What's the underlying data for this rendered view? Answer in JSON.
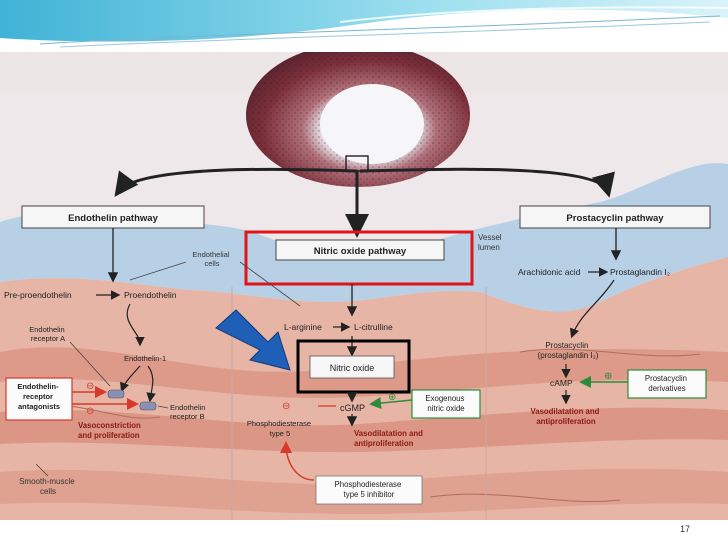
{
  "slide": {
    "page_number": "17"
  },
  "diagram": {
    "vessel_label": "Vessel\nlumen",
    "pathways": {
      "endothelin": {
        "title": "Endothelin pathway",
        "endothelial_cells": "Endothelial\ncells",
        "pre_proendothelin": "Pre-proendothelin",
        "proendothelin": "Proendothelin",
        "receptor_a": "Endothelin\nreceptor A",
        "endothelin_1": "Endothelin-1",
        "receptor_b": "Endothelin\nreceptor B",
        "antagonists": "Endothelin-\nreceptor\nantagonists",
        "effect": "Vasoconstriction\nand proliferation",
        "smooth_muscle": "Smooth-muscle\ncells"
      },
      "nitric_oxide": {
        "title": "Nitric oxide pathway",
        "l_arginine": "L-arginine",
        "l_citrulline": "L-citrulline",
        "nitric_oxide": "Nitric oxide",
        "cgmp": "cGMP",
        "exogenous": "Exogenous\nnitric oxide",
        "pde5": "Phosphodiesterase\ntype 5",
        "effect": "Vasodilatation and\nantiproliferation",
        "pde5_inhibitor": "Phosphodiesterase\ntype 5 inhibitor"
      },
      "prostacyclin": {
        "title": "Prostacyclin pathway",
        "arachidonic_acid": "Arachidonic acid",
        "prostaglandin": "Prostaglandin I₂",
        "prostacyclin": "Prostacyclin\n(prostaglandin I₂)",
        "camp": "cAMP",
        "derivatives": "Prostacyclin\nderivatives",
        "effect": "Vasodilatation and\nantiproliferation"
      }
    },
    "signs": {
      "minus": "⊖",
      "plus": "⊕"
    },
    "colors": {
      "highlight_red": "#e0141b",
      "highlight_black": "#000000",
      "pointer_blue": "#1f5fb8",
      "inhibit_red": "#d63a2a",
      "stimulate_green": "#2e8b3a"
    }
  }
}
